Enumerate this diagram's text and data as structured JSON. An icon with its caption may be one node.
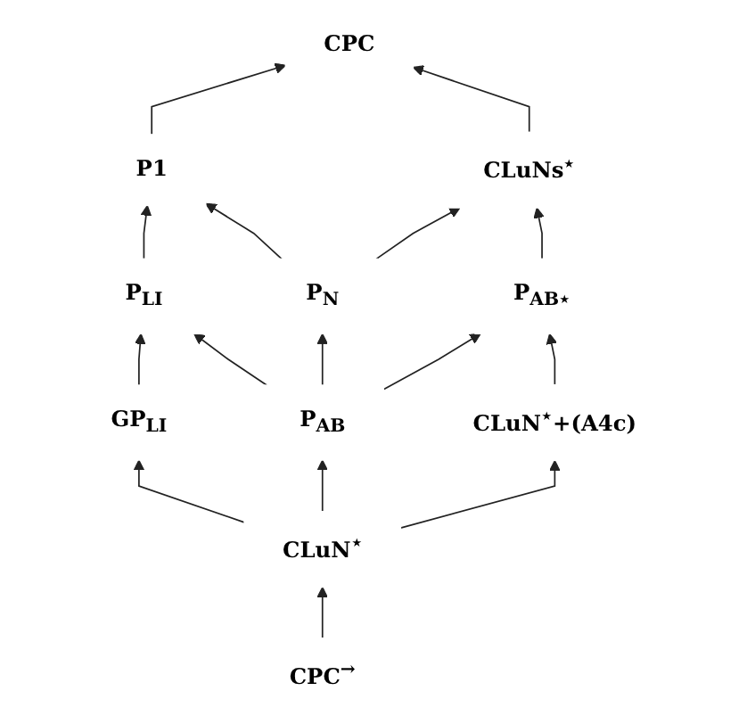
{
  "diagram": {
    "nodes": [
      {
        "text": [
          "CPC"
        ]
      },
      {
        "text": [
          "P1"
        ]
      },
      {
        "text": [
          "CLuNs$^{⋆}$"
        ]
      },
      {
        "text": [
          "P$_{LI}$"
        ]
      },
      {
        "text": [
          "P$_{N}$"
        ]
      },
      {
        "text": [
          "P$_{AB⋆}$"
        ]
      },
      {
        "text": [
          "GP$_{LI}$"
        ]
      },
      {
        "text": [
          "P$_{AB}$"
        ]
      },
      {
        "text": [
          "CLuN$^{⋆}$+(A4c)"
        ]
      },
      {
        "text": [
          "CLuN$^{⋆}$"
        ]
      },
      {
        "text": [
          "CPC$^{→}$"
        ]
      }
    ],
    "edges": [
      {
        "from": 1,
        "to": 0,
        "arrow": "to"
      },
      {
        "from": 2,
        "to": 0,
        "arrow": "to"
      },
      {
        "from": 4,
        "to": 1,
        "arrow": "to"
      },
      {
        "from": 4,
        "to": 2,
        "arrow": "to"
      },
      {
        "from": 3,
        "to": 1,
        "arrow": "to"
      },
      {
        "from": 5,
        "to": 2,
        "arrow": "to"
      },
      {
        "from": 7,
        "to": 3,
        "arrow": "to"
      },
      {
        "from": 7,
        "to": 4,
        "arrow": "to"
      },
      {
        "from": 7,
        "to": 5,
        "arrow": "to"
      },
      {
        "from": 6,
        "to": 3,
        "arrow": "to"
      },
      {
        "from": 8,
        "to": 5,
        "arrow": "to"
      },
      {
        "from": 9,
        "to": 6,
        "arrow": "to"
      },
      {
        "from": 9,
        "to": 7,
        "arrow": "to"
      },
      {
        "from": 9,
        "to": 8,
        "arrow": "to"
      },
      {
        "from": 10,
        "to": 9,
        "arrow": "to"
      }
    ]
  }
}
